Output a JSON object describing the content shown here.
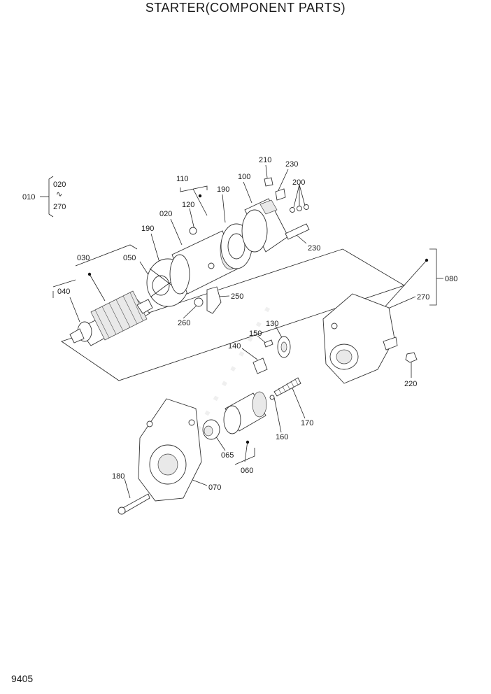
{
  "page": {
    "title": "STARTER(COMPONENT PARTS)",
    "page_number": "9405"
  },
  "callouts": {
    "c010": "010",
    "c020a": "020",
    "c270a": "270",
    "c110": "110",
    "c120": "120",
    "c190a": "190",
    "c100": "100",
    "c210": "210",
    "c230a": "230",
    "c200": "200",
    "c020b": "020",
    "c190b": "190",
    "c230b": "230",
    "c030": "030",
    "c050": "050",
    "c040": "040",
    "c250": "250",
    "c260": "260",
    "c080": "080",
    "c270b": "270",
    "c130": "130",
    "c150": "150",
    "c140": "140",
    "c220": "220",
    "c170": "170",
    "c160": "160",
    "c065": "065",
    "c060": "060",
    "c180": "180",
    "c070": "070"
  },
  "range_symbol": "∿"
}
